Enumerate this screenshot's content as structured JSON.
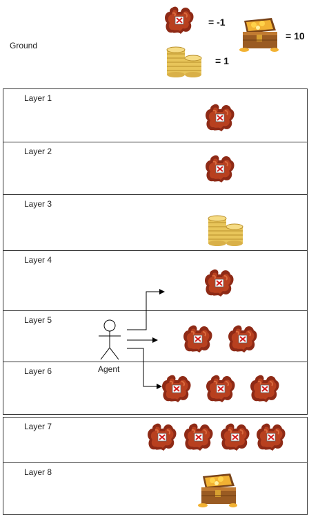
{
  "legend": {
    "ground_label": "Ground",
    "obstacle_value": "= -1",
    "coin_value": "= 1",
    "treasure_value": "= 10"
  },
  "layers": [
    {
      "label": "Layer 1",
      "items": [
        "obstacle"
      ]
    },
    {
      "label": "Layer 2",
      "items": [
        "obstacle"
      ]
    },
    {
      "label": "Layer 3",
      "items": [
        "coin"
      ]
    },
    {
      "label": "Layer 4",
      "items": [
        "obstacle"
      ]
    },
    {
      "label": "Layer 5",
      "items": [
        "obstacle",
        "obstacle"
      ]
    },
    {
      "label": "Layer 6",
      "items": [
        "obstacle",
        "obstacle",
        "obstacle"
      ]
    },
    {
      "label": "Layer 7",
      "items": [
        "obstacle",
        "obstacle",
        "obstacle",
        "obstacle"
      ]
    },
    {
      "label": "Layer 8",
      "items": [
        "treasure"
      ]
    }
  ],
  "agent": {
    "label": "Agent"
  },
  "colors": {
    "obstacle_dark": "#8e2a16",
    "obstacle_mid": "#b8401f",
    "obstacle_light": "#d9693d",
    "coin": "#e8c55a",
    "coin_dark": "#b98f2b",
    "treasure_wood": "#9a5b22",
    "treasure_gold": "#f2b233",
    "line": "#000000"
  }
}
